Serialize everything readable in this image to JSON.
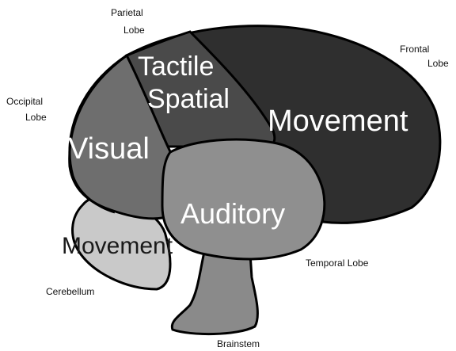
{
  "regions": {
    "frontal": {
      "label": "Movement",
      "color": "#2f2f2f"
    },
    "parietal": {
      "label_line1": "Tactile",
      "label_line2": "Spatial",
      "color": "#4a4a4a"
    },
    "occipital": {
      "label": "Visual",
      "color": "#6e6e6e"
    },
    "temporal": {
      "label": "Auditory",
      "color": "#8f8f8f"
    },
    "cerebellum": {
      "label": "Movement",
      "color": "#c9c9c9"
    },
    "brainstem": {
      "color": "#8a8a8a"
    }
  },
  "callouts": {
    "parietal_lobe": {
      "line1": "Parietal",
      "line2": "Lobe"
    },
    "frontal_lobe": {
      "line1": "Frontal",
      "line2": "Lobe"
    },
    "occipital_lobe": {
      "line1": "Occipital",
      "line2": "Lobe"
    },
    "temporal_lobe": {
      "text": "Temporal Lobe"
    },
    "cerebellum": {
      "text": "Cerebellum"
    },
    "brainstem": {
      "text": "Brainstem"
    }
  }
}
